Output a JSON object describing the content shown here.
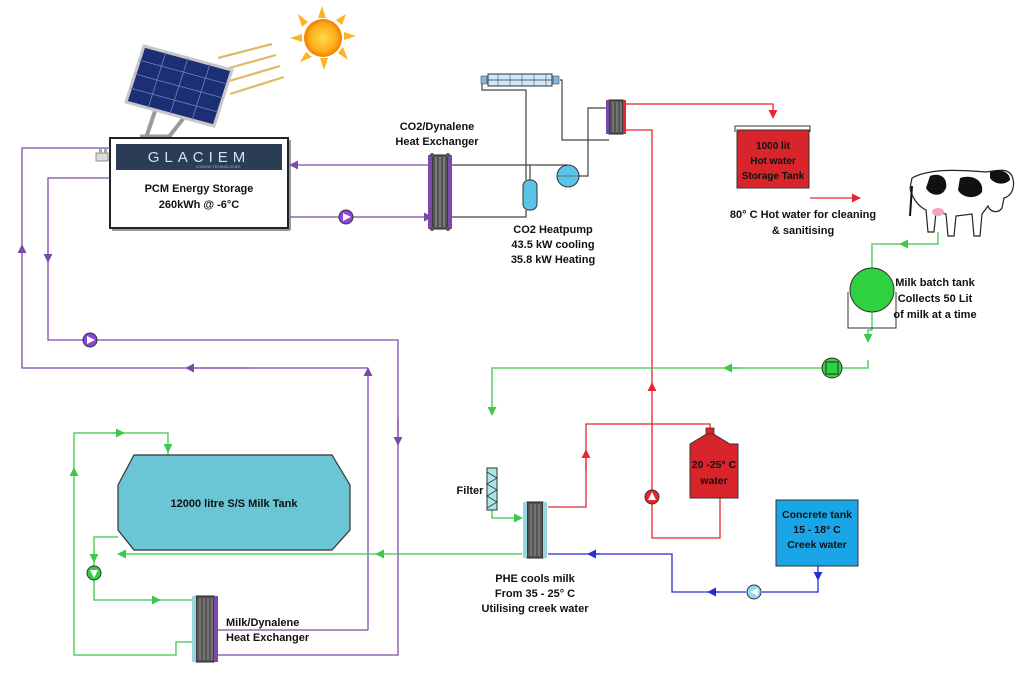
{
  "logo": {
    "brand": "GLACIEM",
    "tagline": "COOLING TECHNOLOGIES"
  },
  "pcm_storage": {
    "line1": "PCM Energy Storage",
    "line2": "260kWh @ -6°C"
  },
  "co2_dynalene_hx": {
    "line1": "CO2/Dynalene",
    "line2": "Heat Exchanger"
  },
  "co2_heatpump": {
    "line1": "CO2 Heatpump",
    "line2": "43.5 kW cooling",
    "line3": "35.8 kW Heating"
  },
  "hot_water_tank": {
    "line1": "1000 lit",
    "line2": "Hot water",
    "line3": "Storage Tank"
  },
  "hot_water_use": {
    "line1": "80° C Hot water for cleaning",
    "line2": "& sanitising"
  },
  "milk_batch_tank": {
    "line1": "Milk batch tank",
    "line2": "Collects 50 Lit",
    "line3": "of milk at a time"
  },
  "milk_tank": {
    "label": "12000 litre  S/S Milk Tank"
  },
  "filter": {
    "label": "Filter"
  },
  "warm_water_tank": {
    "line1": "20 -25° C",
    "line2": "water"
  },
  "concrete_tank": {
    "line1": "Concrete tank",
    "line2": "15 - 18° C",
    "line3": "Creek water"
  },
  "phe": {
    "line1": "PHE cools milk",
    "line2": "From 35 - 25° C",
    "line3": "Utilising creek water"
  },
  "milk_dynalene_hx": {
    "line1": "Milk/Dynalene",
    "line2": "Heat Exchanger"
  },
  "colors": {
    "dynalene_loop": "#7b4aa8",
    "milk_loop": "#3cc84a",
    "hot_water": "#e8262e",
    "creek_water": "#2b2bd6",
    "hot_tank_fill": "#d8252b",
    "milk_tank_fill": "#6ac6d4",
    "concrete_tank_fill": "#1aa6e6",
    "batch_tank_fill": "#2fd13f"
  }
}
